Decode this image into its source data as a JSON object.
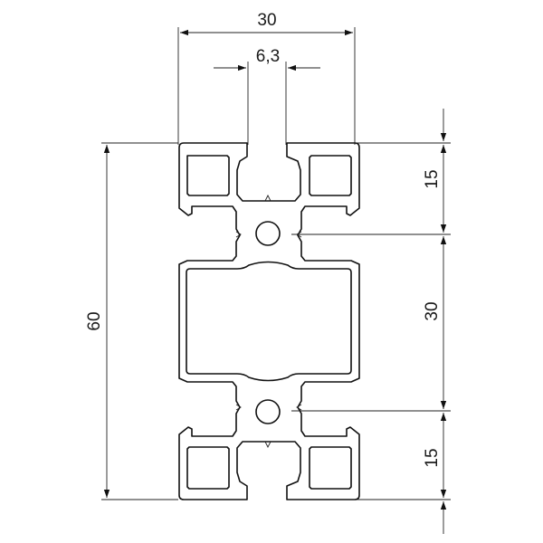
{
  "dimensions": {
    "width_total": "30",
    "slot_width": "6,3",
    "height_total": "60",
    "seg_top": "15",
    "seg_middle": "30",
    "seg_bottom": "15"
  },
  "colors": {
    "line": "#111111",
    "text": "#1a1a1a",
    "background": "#ffffff"
  }
}
